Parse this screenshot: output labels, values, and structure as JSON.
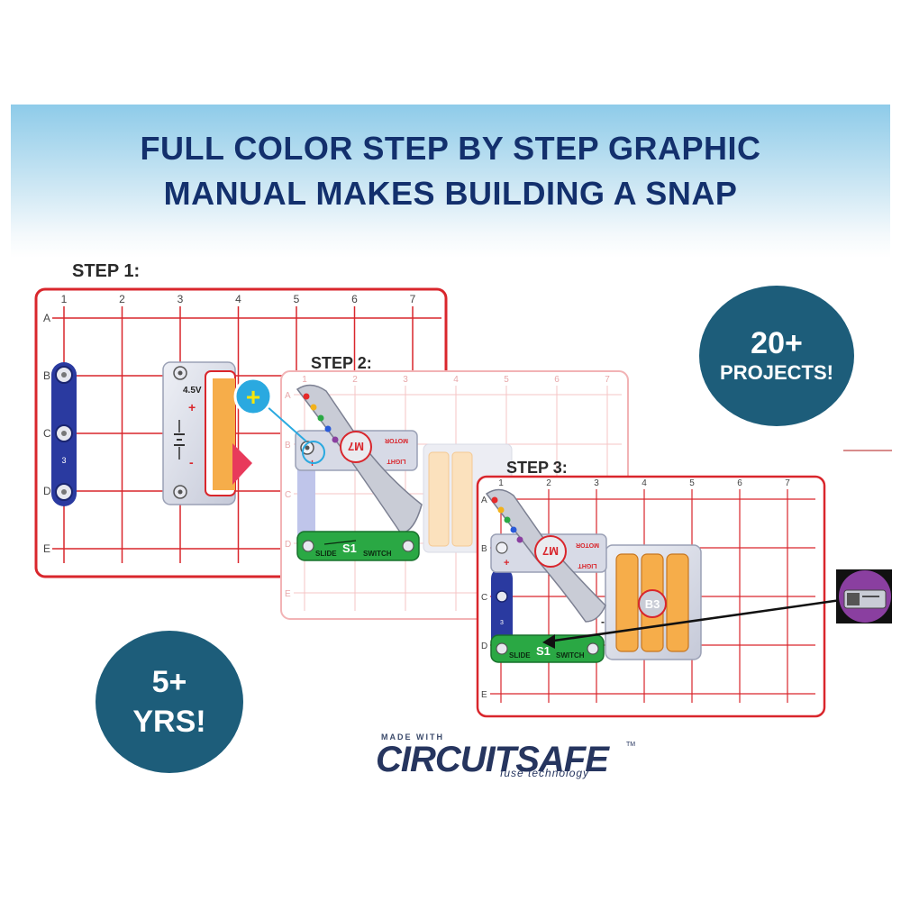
{
  "headline": {
    "line1": "FULL COLOR STEP BY STEP GRAPHIC",
    "line2": "MANUAL MAKES BUILDING A SNAP"
  },
  "steps": {
    "step1": "STEP 1:",
    "step2": "STEP 2:",
    "step3": "STEP 3:"
  },
  "grid": {
    "columns": [
      "1",
      "2",
      "3",
      "4",
      "5",
      "6",
      "7"
    ],
    "rows": [
      "A",
      "B",
      "C",
      "D",
      "E"
    ]
  },
  "components": {
    "wire_number": "3",
    "battery_voltage": "4.5V",
    "battery_plus": "+",
    "battery_minus": "-",
    "motor_label": "M7",
    "motor_text": "MOTOR",
    "light_text": "LIGHT",
    "switch_slide": "SLIDE",
    "switch_id": "S1",
    "switch_text": "SWITCH",
    "battery_id": "B3",
    "plus_callout": "+"
  },
  "badges": {
    "projects_big": "20+",
    "projects_small": "PROJECTS!",
    "age_line1": "5+",
    "age_line2": "YRS!"
  },
  "logo": {
    "made_with": "MADE WITH",
    "brand": "CIRCUITSAFE",
    "tm": "TM",
    "tagline": "fuse technology"
  },
  "colors": {
    "headline": "#13306d",
    "grid_red": "#d9262c",
    "badge_blue": "#1d5d7a",
    "wire_blue": "#2a3aa0",
    "switch_green": "#2aa844",
    "battery_orange": "#f6ad4a",
    "callout_purple": "#8a3fa0"
  }
}
